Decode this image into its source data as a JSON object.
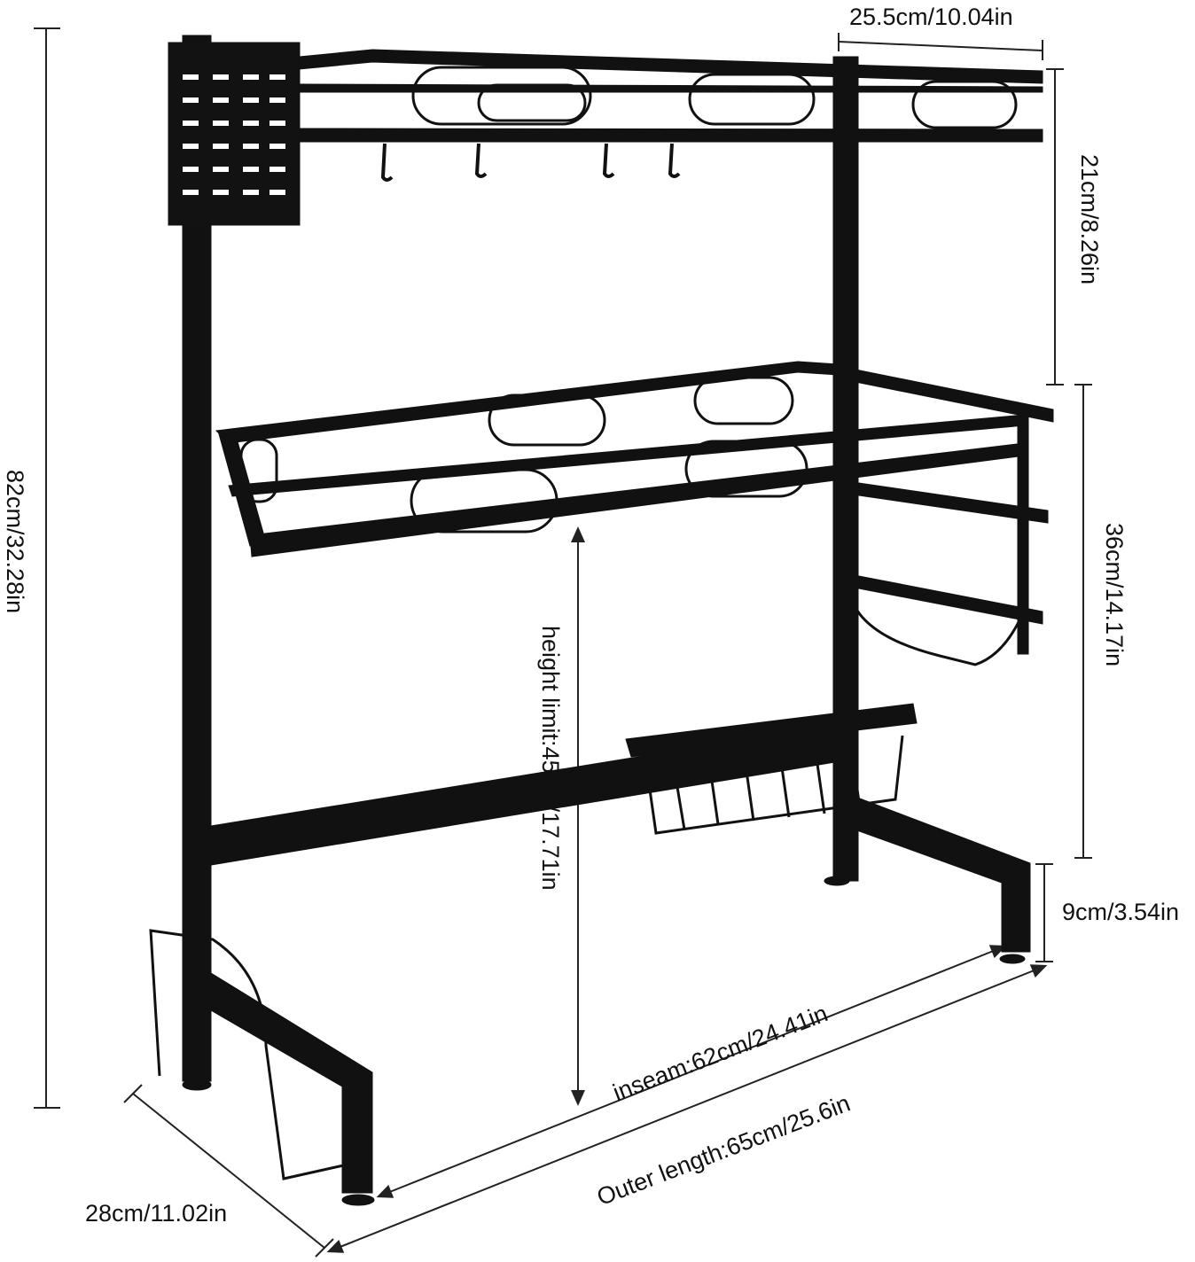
{
  "dimensions": {
    "top_width": "25.5cm/10.04in",
    "top_shelf_height": "21cm/8.26in",
    "side_rack_height": "36cm/14.17in",
    "foot_height": "9cm/3.54in",
    "overall_height": "82cm/32.28in",
    "height_limit": "height limit:45cm/17.71in",
    "inseam": "inseam:62cm/24.41in",
    "outer_length": "Outer length:65cm/25.6in",
    "depth": "28cm/11.02in"
  },
  "colors": {
    "frame": "#111111",
    "dimension_line": "#222222",
    "background": "#ffffff"
  },
  "icons": [
    "dish-rack-illustration"
  ]
}
